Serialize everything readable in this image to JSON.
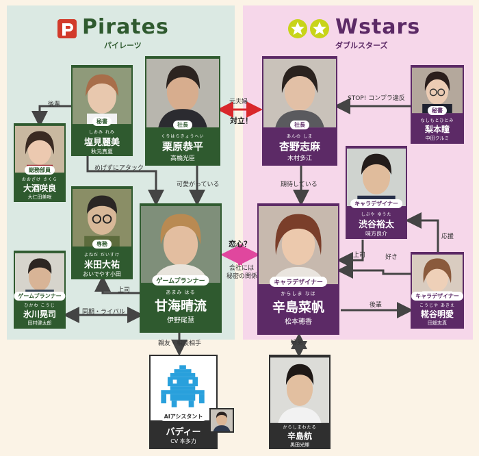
{
  "pirates": {
    "title": "Pirates",
    "subtitle": "パイレーツ",
    "accent": "#2f5a2f"
  },
  "wstars": {
    "title": "Wstars",
    "subtitle": "ダブルスターズ",
    "accent": "#5c2a66"
  },
  "characters": {
    "shiomi": {
      "role": "秘書",
      "ruby": "しおみ れみ",
      "name": "塩見麗美",
      "actor": "秋元真夏"
    },
    "kurihara": {
      "role": "社長",
      "ruby": "くりはらきょうへい",
      "name": "栗原恭平",
      "actor": "高橋光臣"
    },
    "ozake": {
      "role": "総務部員",
      "ruby": "おおざけ さくら",
      "name": "大酒咲良",
      "actor": "大仁田美咲"
    },
    "yoneda": {
      "role": "専務",
      "ruby": "よねだ だいすけ",
      "name": "米田大祐",
      "actor": "おいでやす小田"
    },
    "hikawa": {
      "role": "ゲームプランナー",
      "ruby": "ひかわ こうじ",
      "name": "氷川晃司",
      "actor": "田村健太郎"
    },
    "amami": {
      "role": "ゲームプランナー",
      "ruby": "あまみ はる",
      "name": "甘海晴流",
      "actor": "伊野尾慧"
    },
    "anno": {
      "role": "社長",
      "ruby": "あんの しま",
      "name": "杏野志麻",
      "actor": "木村多江"
    },
    "nashimoto": {
      "role": "秘書",
      "ruby": "なしもとひとみ",
      "name": "梨本瞳",
      "actor": "中田クルミ"
    },
    "shibuya": {
      "role": "キャラデザイナー",
      "ruby": "しぶや ゆうた",
      "name": "渋谷裕太",
      "actor": "味方良介"
    },
    "karashima": {
      "role": "キャラデザイナー",
      "ruby": "からしま なほ",
      "name": "辛島菜帆",
      "actor": "松本穂香"
    },
    "koujiya": {
      "role": "キャラデザイナー",
      "ruby": "こうじや あきえ",
      "name": "糀谷明愛",
      "actor": "田畑志真"
    },
    "wataru": {
      "role": "",
      "ruby": "からしまわたる",
      "name": "辛島航",
      "actor": "黒田光輝"
    },
    "buddy": {
      "role": "AIアシスタント",
      "ruby": "",
      "name": "バディー",
      "actor": "CV 本多力"
    }
  },
  "relations": {
    "kouhai1": "後輩",
    "motofuufu": "元夫婦",
    "tairitsu": "対立！",
    "stop": "STOP! コンプラ違反",
    "megezu": "めげずにアタック",
    "kawaigatte": "可愛がっている",
    "kitai": "期待している",
    "renai": "恋心？",
    "himitsu1": "会社には",
    "himitsu2": "秘密の関係",
    "joushi1": "上司",
    "joushi2": "上司",
    "suki": "好き",
    "ouen": "応援",
    "douki": "同期・ライバル",
    "kouhai2": "後輩",
    "shinyuu": "親友・相談相手",
    "kyoudai": "姉弟"
  }
}
